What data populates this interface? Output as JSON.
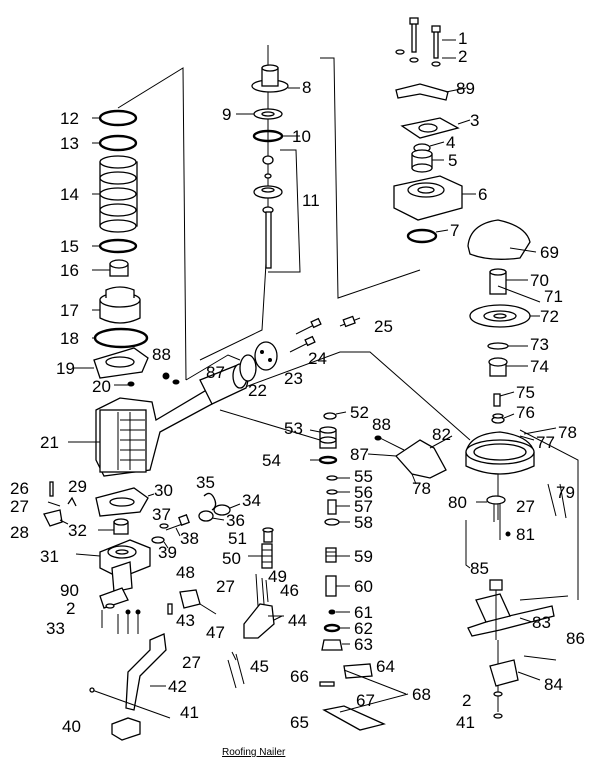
{
  "caption": "Roofing Nailer",
  "labels": [
    {
      "key": "p1",
      "text": "1"
    },
    {
      "key": "p2a",
      "text": "2"
    },
    {
      "key": "p89",
      "text": "89"
    },
    {
      "key": "p3",
      "text": "3"
    },
    {
      "key": "p4",
      "text": "4"
    },
    {
      "key": "p5",
      "text": "5"
    },
    {
      "key": "p6",
      "text": "6"
    },
    {
      "key": "p7",
      "text": "7"
    },
    {
      "key": "p8",
      "text": "8"
    },
    {
      "key": "p9",
      "text": "9"
    },
    {
      "key": "p10",
      "text": "10"
    },
    {
      "key": "p11",
      "text": "11"
    },
    {
      "key": "p12",
      "text": "12"
    },
    {
      "key": "p13",
      "text": "13"
    },
    {
      "key": "p14",
      "text": "14"
    },
    {
      "key": "p15",
      "text": "15"
    },
    {
      "key": "p16",
      "text": "16"
    },
    {
      "key": "p17",
      "text": "17"
    },
    {
      "key": "p18",
      "text": "18"
    },
    {
      "key": "p19",
      "text": "19"
    },
    {
      "key": "p20",
      "text": "20"
    },
    {
      "key": "p21",
      "text": "21"
    },
    {
      "key": "p22",
      "text": "22"
    },
    {
      "key": "p23",
      "text": "23"
    },
    {
      "key": "p24",
      "text": "24"
    },
    {
      "key": "p25",
      "text": "25"
    },
    {
      "key": "p26",
      "text": "26"
    },
    {
      "key": "p27a",
      "text": "27"
    },
    {
      "key": "p28",
      "text": "28"
    },
    {
      "key": "p29",
      "text": "29"
    },
    {
      "key": "p30",
      "text": "30"
    },
    {
      "key": "p31",
      "text": "31"
    },
    {
      "key": "p32",
      "text": "32"
    },
    {
      "key": "p33",
      "text": "33"
    },
    {
      "key": "p34",
      "text": "34"
    },
    {
      "key": "p35",
      "text": "35"
    },
    {
      "key": "p36",
      "text": "36"
    },
    {
      "key": "p37",
      "text": "37"
    },
    {
      "key": "p38",
      "text": "38"
    },
    {
      "key": "p39",
      "text": "39"
    },
    {
      "key": "p40",
      "text": "40"
    },
    {
      "key": "p41a",
      "text": "41"
    },
    {
      "key": "p42",
      "text": "42"
    },
    {
      "key": "p43",
      "text": "43"
    },
    {
      "key": "p44",
      "text": "44"
    },
    {
      "key": "p45",
      "text": "45"
    },
    {
      "key": "p46",
      "text": "46"
    },
    {
      "key": "p47",
      "text": "47"
    },
    {
      "key": "p48",
      "text": "48"
    },
    {
      "key": "p49",
      "text": "49"
    },
    {
      "key": "p50",
      "text": "50"
    },
    {
      "key": "p51",
      "text": "51"
    },
    {
      "key": "p52",
      "text": "52"
    },
    {
      "key": "p53",
      "text": "53"
    },
    {
      "key": "p54",
      "text": "54"
    },
    {
      "key": "p55",
      "text": "55"
    },
    {
      "key": "p56",
      "text": "56"
    },
    {
      "key": "p57",
      "text": "57"
    },
    {
      "key": "p58",
      "text": "58"
    },
    {
      "key": "p59",
      "text": "59"
    },
    {
      "key": "p60",
      "text": "60"
    },
    {
      "key": "p61",
      "text": "61"
    },
    {
      "key": "p62",
      "text": "62"
    },
    {
      "key": "p63",
      "text": "63"
    },
    {
      "key": "p64",
      "text": "64"
    },
    {
      "key": "p65",
      "text": "65"
    },
    {
      "key": "p66",
      "text": "66"
    },
    {
      "key": "p67",
      "text": "67"
    },
    {
      "key": "p68",
      "text": "68"
    },
    {
      "key": "p69",
      "text": "69"
    },
    {
      "key": "p70",
      "text": "70"
    },
    {
      "key": "p71",
      "text": "71"
    },
    {
      "key": "p72",
      "text": "72"
    },
    {
      "key": "p73",
      "text": "73"
    },
    {
      "key": "p74",
      "text": "74"
    },
    {
      "key": "p75",
      "text": "75"
    },
    {
      "key": "p76",
      "text": "76"
    },
    {
      "key": "p77",
      "text": "77"
    },
    {
      "key": "p78a",
      "text": "78"
    },
    {
      "key": "p78b",
      "text": "78"
    },
    {
      "key": "p79",
      "text": "79"
    },
    {
      "key": "p80",
      "text": "80"
    },
    {
      "key": "p27b",
      "text": "27"
    },
    {
      "key": "p81",
      "text": "81"
    },
    {
      "key": "p82",
      "text": "82"
    },
    {
      "key": "p83",
      "text": "83"
    },
    {
      "key": "p84",
      "text": "84"
    },
    {
      "key": "p85",
      "text": "85"
    },
    {
      "key": "p86",
      "text": "86"
    },
    {
      "key": "p87a",
      "text": "87"
    },
    {
      "key": "p87b",
      "text": "87"
    },
    {
      "key": "p88a",
      "text": "88"
    },
    {
      "key": "p88b",
      "text": "88"
    },
    {
      "key": "p90",
      "text": "90"
    },
    {
      "key": "p2b",
      "text": "2"
    },
    {
      "key": "p2c",
      "text": "2"
    },
    {
      "key": "p41b",
      "text": "41"
    },
    {
      "key": "p27c",
      "text": "27"
    },
    {
      "key": "p27d",
      "text": "27"
    }
  ]
}
